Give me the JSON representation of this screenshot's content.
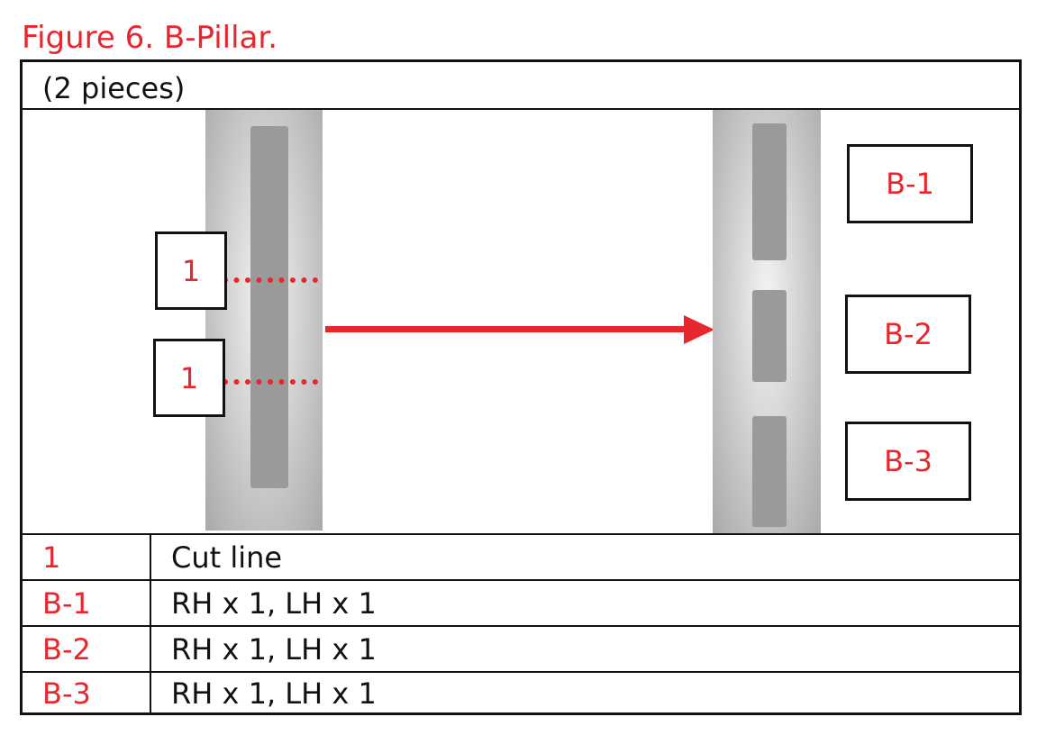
{
  "figure": {
    "title": "Figure 6. B-Pillar."
  },
  "header": {
    "pieces": "(2 pieces)"
  },
  "diagram": {
    "cut_callouts": [
      "1",
      "1"
    ],
    "piece_callouts": [
      "B-1",
      "B-2",
      "B-3"
    ]
  },
  "legend": [
    {
      "key": "1",
      "value": "Cut line"
    },
    {
      "key": "B-1",
      "value": "RH x 1, LH x 1"
    },
    {
      "key": "B-2",
      "value": "RH x 1, LH x 1"
    },
    {
      "key": "B-3",
      "value": "RH x 1, LH x 1"
    }
  ],
  "colors": {
    "accent": "#e8262d",
    "border": "#111111"
  }
}
